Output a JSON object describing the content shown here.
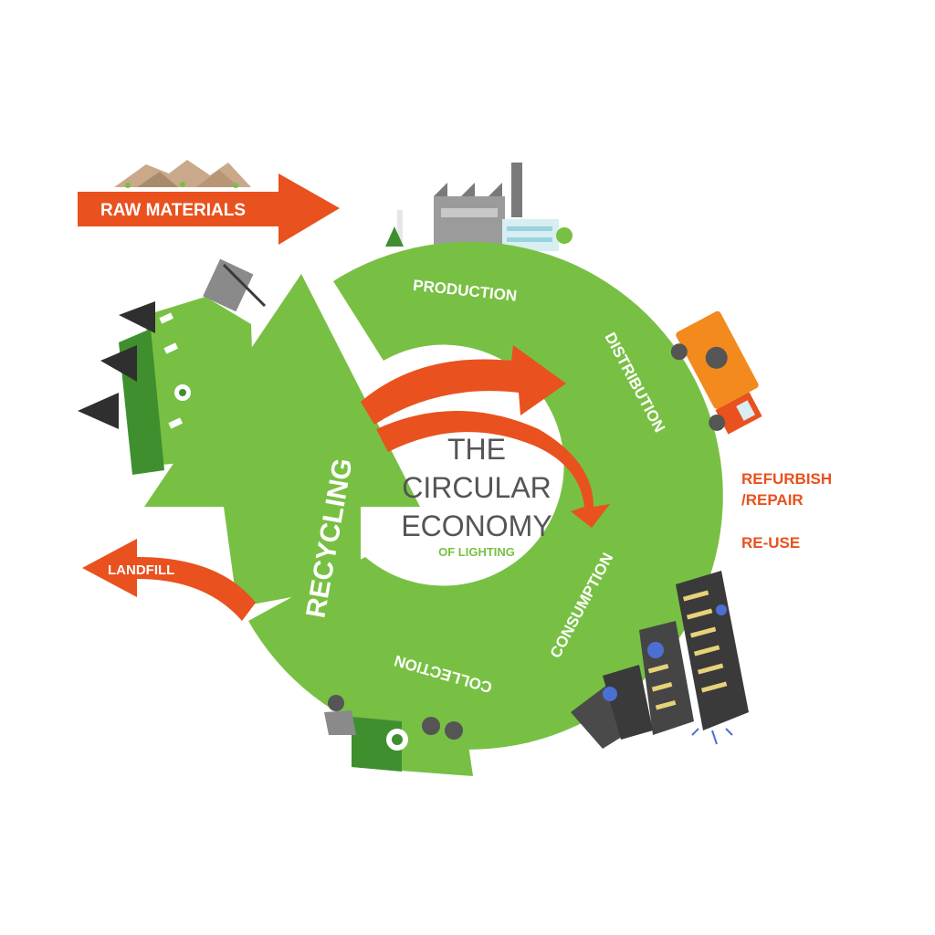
{
  "title": {
    "line1": "THE",
    "line2": "CIRCULAR",
    "line3": "ECONOMY",
    "subtitle": "OF LIGHTING"
  },
  "stages": {
    "production": "PRODUCTION",
    "distribution": "DISTRIBUTION",
    "consumption": "CONSUMPTION",
    "collection": "COLLECTION",
    "recycling": "RECYCLING"
  },
  "inputs_outputs": {
    "raw_materials": "RAW MATERIALS",
    "landfill": "LANDFILL",
    "refurbish_line1": "REFURBISH",
    "refurbish_line2": "/REPAIR",
    "reuse": "RE-USE"
  },
  "colors": {
    "green": "#78c043",
    "dark_green": "#3f8f2f",
    "orange": "#e9511f",
    "grey_text": "#555555",
    "subtitle_green": "#78c043"
  },
  "icons": [
    "mountains-icon",
    "factory-icon",
    "delivery-truck-icon",
    "buildings-icon",
    "collection-truck-icon",
    "recycling-plant-icon"
  ]
}
